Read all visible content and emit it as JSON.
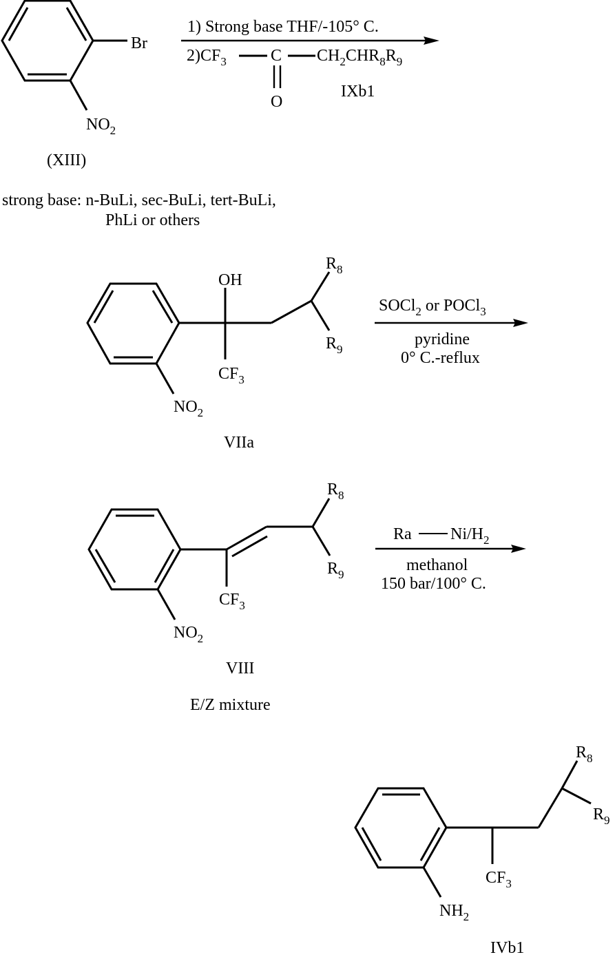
{
  "scheme": {
    "step1": {
      "reactant": {
        "id": "(XIII)",
        "substituents": {
          "top": "Br",
          "bottom": "NO",
          "bottom_sub": "2"
        }
      },
      "conditions": {
        "line1": "1) Strong base THF/-105° C.",
        "line2_prefix": "2)CF",
        "line2_prefix_sub": "3",
        "line2_center": "C",
        "line2_suffix_a": "CH",
        "line2_suffix_a_sub": "2",
        "line2_suffix_b": "CHR",
        "line2_suffix_b_sub1": "8",
        "line2_suffix_c": "R",
        "line2_suffix_c_sub": "9",
        "carbonyl_o": "O",
        "reagent_id": "IXb1"
      },
      "note_line1": "strong base: n-BuLi, sec-BuLi, tert-BuLi,",
      "note_line2": "PhLi or others"
    },
    "step2": {
      "compound": {
        "id": "VIIa",
        "oh": "OH",
        "cf3": "CF",
        "cf3_sub": "3",
        "no2": "NO",
        "no2_sub": "2",
        "r8": "R",
        "r8_sub": "8",
        "r9": "R",
        "r9_sub": "9"
      },
      "conditions": {
        "above_a": "SOCl",
        "above_a_sub": "2",
        "above_b": " or POCl",
        "above_b_sub": "3",
        "below1": "pyridine",
        "below2": "0° C.-reflux"
      }
    },
    "step3": {
      "compound": {
        "id": "VIII",
        "note": "E/Z mixture",
        "cf3": "CF",
        "cf3_sub": "3",
        "no2": "NO",
        "no2_sub": "2",
        "r8": "R",
        "r8_sub": "8",
        "r9": "R",
        "r9_sub": "9"
      },
      "conditions": {
        "above_a": "Ra",
        "above_b": "Ni/H",
        "above_b_sub": "2",
        "below1": "methanol",
        "below2": "150 bar/100° C."
      }
    },
    "product": {
      "id": "IVb1",
      "cf3": "CF",
      "cf3_sub": "3",
      "nh2": "NH",
      "nh2_sub": "2",
      "r8": "R",
      "r8_sub": "8",
      "r9": "R",
      "r9_sub": "9"
    }
  }
}
